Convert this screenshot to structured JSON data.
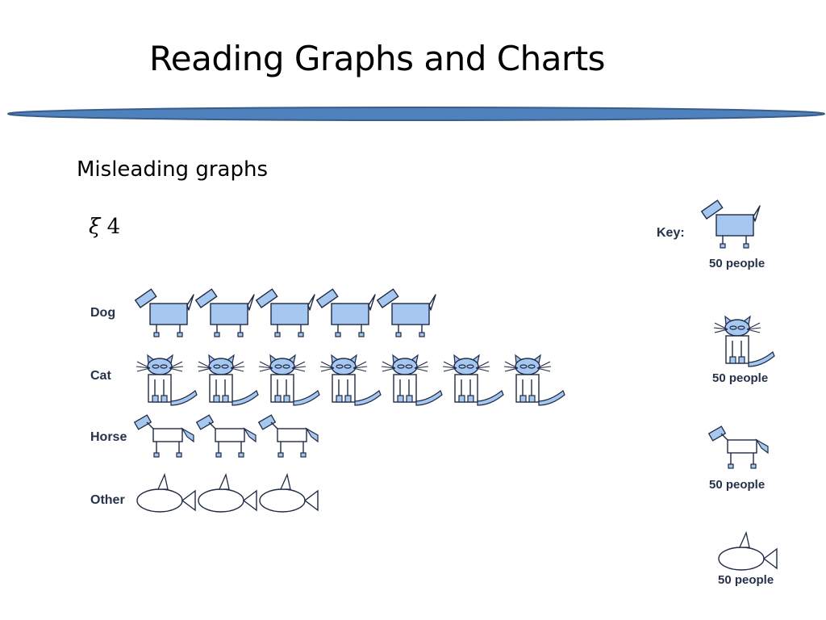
{
  "slide": {
    "title": "Reading Graphs and Charts",
    "subtitle": "Misleading graphs",
    "bullet_symbol": "ξ",
    "bullet_text": "4"
  },
  "colors": {
    "rule_fill": "#4f81bd",
    "rule_stroke": "#385d8a",
    "icon_fill": "#a6c8f0",
    "icon_stroke": "#1f2a44"
  },
  "chart_data": {
    "type": "pictograph",
    "categories": [
      "Dog",
      "Cat",
      "Horse",
      "Other"
    ],
    "values": [
      5,
      7,
      3,
      3
    ],
    "icons": [
      "dog-icon",
      "cat-icon",
      "horse-icon",
      "fish-icon"
    ],
    "key_title": "Key:",
    "key_items": [
      {
        "icon": "dog-icon",
        "label": "50 people"
      },
      {
        "icon": "cat-icon",
        "label": "50 people"
      },
      {
        "icon": "horse-icon",
        "label": "50 people"
      },
      {
        "icon": "fish-icon",
        "label": "50 people"
      }
    ]
  }
}
